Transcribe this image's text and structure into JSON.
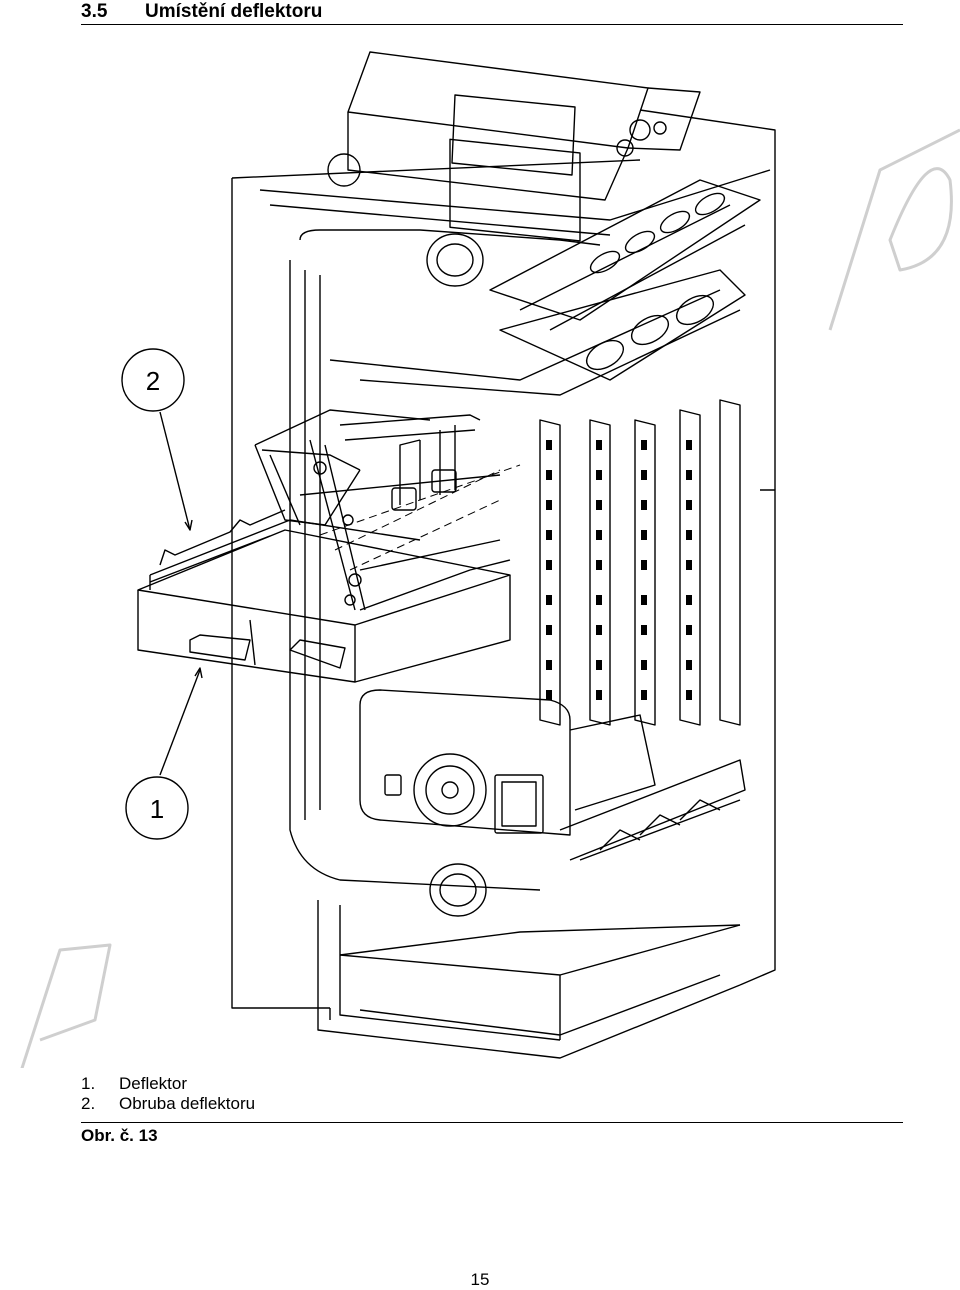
{
  "section": {
    "number": "3.5",
    "title": "Umístění deflektoru"
  },
  "figure": {
    "callouts": [
      "1",
      "2"
    ],
    "watermark": "Pr... VOD"
  },
  "legend": [
    {
      "index": "1.",
      "label": "Deflektor"
    },
    {
      "index": "2.",
      "label": "Obruba deflektoru"
    }
  ],
  "caption": "Obr. č. 13",
  "page_number": "15"
}
